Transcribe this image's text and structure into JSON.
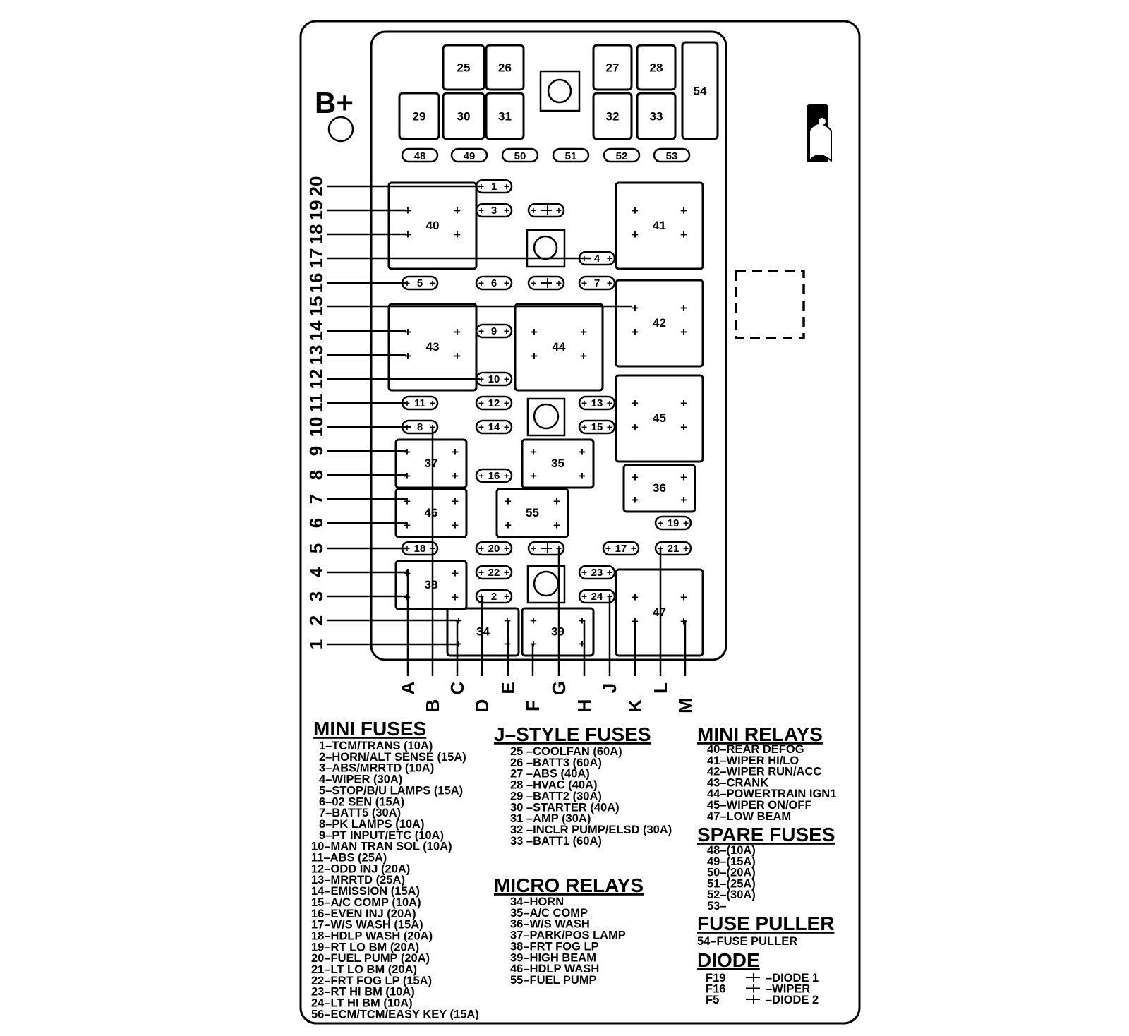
{
  "bplus_label": "B+",
  "large_fuses": [
    "25",
    "26",
    "27",
    "28",
    "29",
    "30",
    "31",
    "32",
    "33",
    "54"
  ],
  "spare_fuses": [
    "48",
    "49",
    "50",
    "51",
    "52",
    "53"
  ],
  "mini_fuses": [
    "1",
    "2",
    "3",
    "4",
    "5",
    "6",
    "7",
    "8",
    "9",
    "10",
    "11",
    "12",
    "13",
    "14",
    "15",
    "16",
    "17",
    "18",
    "19",
    "20",
    "21",
    "22",
    "23",
    "24"
  ],
  "relays": [
    "34",
    "35",
    "36",
    "37",
    "38",
    "39",
    "40",
    "41",
    "42",
    "43",
    "44",
    "45",
    "46",
    "47",
    "55"
  ],
  "left_terminals": [
    "1",
    "2",
    "3",
    "4",
    "5",
    "6",
    "7",
    "8",
    "9",
    "10",
    "11",
    "12",
    "13",
    "14",
    "15",
    "16",
    "17",
    "18",
    "19",
    "20"
  ],
  "bottom_terminals": [
    "A",
    "B",
    "C",
    "D",
    "E",
    "F",
    "G",
    "H",
    "J",
    "K",
    "L",
    "M"
  ],
  "legend": {
    "mini_fuses": {
      "heading": "MINI FUSES",
      "items": [
        "1–TCM/TRANS (10A)",
        "2–HORN/ALT SENSE (15A)",
        "3–ABS/MRRTD (10A)",
        "4–WIPER (30A)",
        "5–STOP/B/U LAMPS (15A)",
        "6–02 SEN (15A)",
        "7–BATT5 (30A)",
        "8–PK LAMPS (10A)",
        "9–PT INPUT/ETC (10A)",
        "10–MAN TRAN SOL (10A)",
        "11–ABS (25A)",
        "12–ODD INJ (20A)",
        "13–MRRTD (25A)",
        "14–EMISSION (15A)",
        "15–A/C COMP (10A)",
        "16–EVEN INJ (20A)",
        "17–W/S WASH (15A)",
        "18–HDLP WASH (20A)",
        "19–RT LO BM (20A)",
        "20–FUEL PUMP (20A)",
        "21–LT LO BM (20A)",
        "22–FRT FOG LP (15A)",
        "23–RT HI BM (10A)",
        "24–LT HI BM (10A)",
        "56–ECM/TCM/EASY KEY (15A)"
      ]
    },
    "j_style_fuses": {
      "heading": "J–STYLE FUSES",
      "items": [
        "25 –COOLFAN (60A)",
        "26 –BATT3 (60A)",
        "27 –ABS (40A)",
        "28 –HVAC (40A)",
        "29 –BATT2 (30A)",
        "30 –STARTER (40A)",
        "31 –AMP (30A)",
        "32 –INCLR PUMP/ELSD (30A)",
        "33 –BATT1 (60A)"
      ]
    },
    "micro_relays": {
      "heading": "MICRO RELAYS",
      "items": [
        "34–HORN",
        "35–A/C COMP",
        "36–W/S WASH",
        "37–PARK/POS LAMP",
        "38–FRT FOG LP",
        "39–HIGH BEAM",
        "46–HDLP WASH",
        "55–FUEL PUMP"
      ]
    },
    "mini_relays": {
      "heading": "MINI RELAYS",
      "items": [
        "40–REAR DEFOG",
        "41–WIPER HI/LO",
        "42–WIPER RUN/ACC",
        "43–CRANK",
        "44–POWERTRAIN IGN1",
        "45–WIPER ON/OFF",
        "47–LOW BEAM"
      ]
    },
    "spare_fuses": {
      "heading": "SPARE FUSES",
      "items": [
        "48–(10A)",
        "49–(15A)",
        "50–(20A)",
        "51–(25A)",
        "52–(30A)",
        "53–"
      ]
    },
    "fuse_puller": {
      "heading": "FUSE PULLER",
      "items": [
        "54–FUSE PULLER"
      ]
    },
    "diode": {
      "heading": "DIODE",
      "items": [
        {
          "fuse": "F19",
          "label": "–DIODE 1"
        },
        {
          "fuse": "F16",
          "label": "–WIPER"
        },
        {
          "fuse": "F5",
          "label": "–DIODE 2"
        }
      ]
    }
  }
}
